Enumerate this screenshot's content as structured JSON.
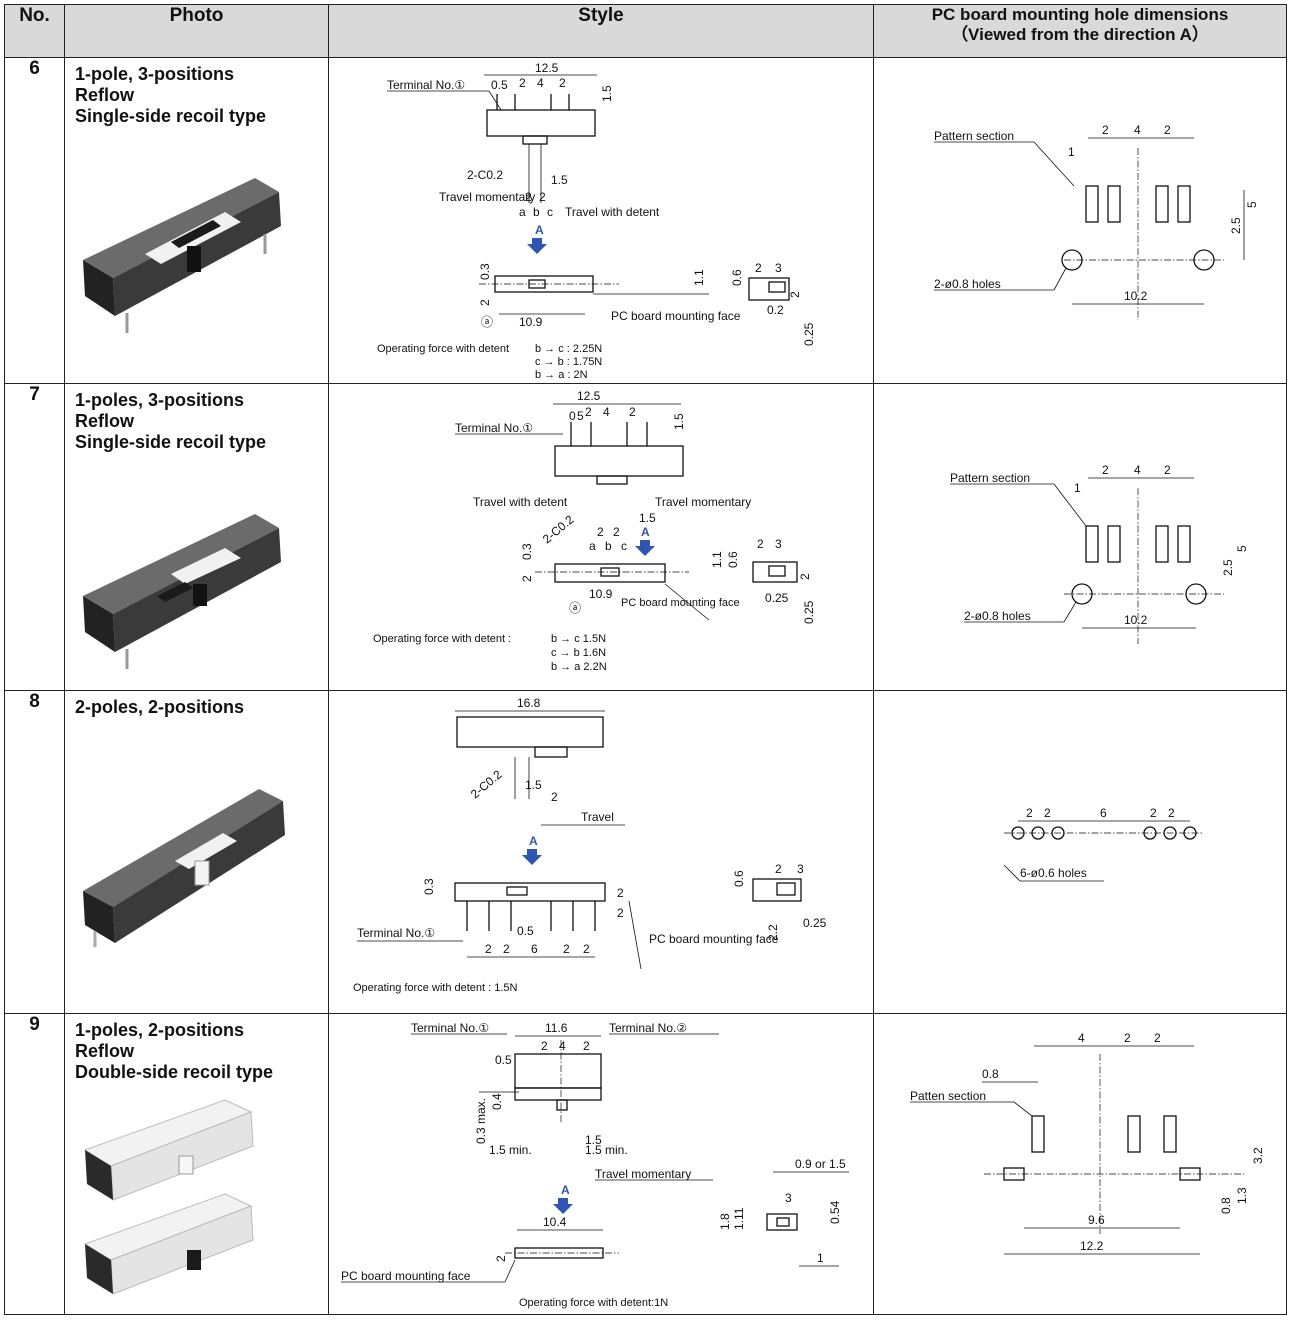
{
  "headers": {
    "no": "No.",
    "photo": "Photo",
    "style": "Style",
    "pcb_line1": "PC board mounting hole dimensions",
    "pcb_line2": "（Viewed from the direction A）"
  },
  "rows": [
    {
      "no": "6",
      "photo_lines": [
        "1-pole, 3-positions",
        "Reflow",
        "Single-side recoil type"
      ],
      "style": {
        "terminal": "Terminal  No.①",
        "travel_momentary": "Travel momentary",
        "travel_detent": "Travel with detent",
        "pcb_face": "PC board mounting face",
        "op_head": "Operating force with detent",
        "op_lines": [
          "b → c  : 2.25N",
          "c → b  : 1.75N",
          "b → a  : 2N"
        ]
      },
      "pcb": {
        "pattern": "Pattern section",
        "holes": "2-ø0.8 holes"
      }
    },
    {
      "no": "7",
      "photo_lines": [
        "1-poles, 3-positions",
        "Reflow",
        "Single-side recoil type"
      ],
      "style": {
        "terminal": "Terminal No.①",
        "travel_detent": "Travel with detent",
        "travel_momentary": "Travel momentary",
        "pcb_face": "PC board mounting face",
        "op_head": "Operating force with detent :",
        "op_lines": [
          "b →  c 1.5N",
          "c →  b 1.6N",
          "b →  a 2.2N"
        ]
      },
      "pcb": {
        "pattern": "Pattern section",
        "holes": "2-ø0.8 holes"
      }
    },
    {
      "no": "8",
      "photo_lines": [
        "2-poles, 2-positions"
      ],
      "style": {
        "travel": "Travel",
        "terminal": "Terminal  No.①",
        "pcb_face": "PC board mounting face",
        "op": "Operating force with detent : 1.5N"
      },
      "pcb": {
        "holes": "6-ø0.6 holes"
      }
    },
    {
      "no": "9",
      "photo_lines": [
        "1-poles, 2-positions",
        "Reflow",
        "Double-side recoil type"
      ],
      "style": {
        "terminal1": "Terminal No.①",
        "terminal2": "Terminal No.②",
        "travel_momentary": "Travel momentary",
        "pcb_face": "PC board mounting face",
        "op": "Operating force with detent:1N",
        "or_label": "0.9 or 1.5",
        "max_label": "0.3 max.",
        "min_label": "1.5 min."
      },
      "pcb": {
        "pattern": "Patten section"
      }
    }
  ],
  "direction_mark": "A"
}
